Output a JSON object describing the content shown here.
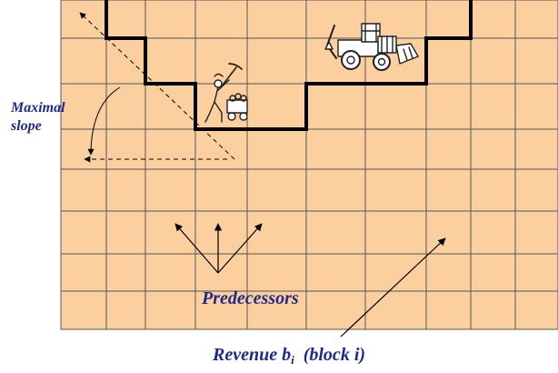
{
  "labels": {
    "maximal_slope_line1": "Maximal",
    "maximal_slope_line2": "slope",
    "predecessors": "Predecessors",
    "revenue_prefix": "Revenue b",
    "revenue_subscript": "i",
    "revenue_suffix": "(block i)"
  },
  "icons": {
    "miner": "miner-with-pickaxe-icon",
    "excavator": "excavator-icon"
  },
  "colors": {
    "block_fill": "#fbcf9e",
    "grid_line": "#555555",
    "pit_outline": "#000000",
    "label_text": "#1f2a8c"
  }
}
